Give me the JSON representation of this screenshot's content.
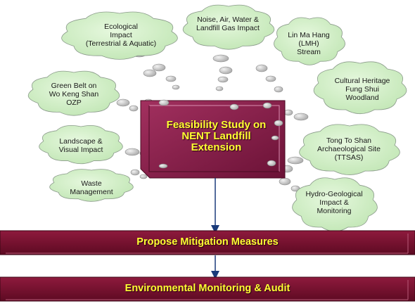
{
  "center_box": {
    "title": "Feasibility Study on NENT Landfill Extension",
    "lines": [
      "Feasibility Study on",
      "NENT Landfill",
      "Extension"
    ]
  },
  "clouds": [
    {
      "id": "ecological",
      "text": "Ecological Impact (Terrestrial & Aquatic)",
      "lines": [
        "Ecological",
        "Impact",
        "(Terrestrial & Aquatic)"
      ]
    },
    {
      "id": "noise",
      "text": "Noise, Air, Water & Landfill Gas Impact",
      "lines": [
        "Noise, Air, Water &",
        "Landfill Gas Impact"
      ]
    },
    {
      "id": "lmh",
      "text": "Lin Ma Hang (LMH) Stream",
      "lines": [
        "Lin Ma Hang",
        "(LMH)",
        "Stream"
      ]
    },
    {
      "id": "green-belt",
      "text": "Green Belt on Wo Keng Shan OZP",
      "lines": [
        "Green Belt on",
        "Wo Keng Shan",
        "OZP"
      ]
    },
    {
      "id": "cultural",
      "text": "Cultural Heritage Fung Shui Woodland",
      "lines": [
        "Cultural Heritage",
        "Fung Shui",
        "Woodland"
      ]
    },
    {
      "id": "landscape",
      "text": "Landscape & Visual Impact",
      "lines": [
        "Landscape &",
        "Visual Impact"
      ]
    },
    {
      "id": "ttsas",
      "text": "Tong To Shan Archaeological Site (TTSAS)",
      "lines": [
        "Tong To Shan",
        "Archaeological Site",
        "(TTSAS)"
      ]
    },
    {
      "id": "waste",
      "text": "Waste Management",
      "lines": [
        "Waste",
        "Management"
      ]
    },
    {
      "id": "hydro",
      "text": "Hydro-Geological Impact & Monitoring",
      "lines": [
        "Hydro-Geological",
        "Impact &",
        "Monitoring"
      ]
    }
  ],
  "bands": [
    {
      "id": "mitigation",
      "label": "Propose Mitigation Measures"
    },
    {
      "id": "monitoring",
      "label": "Environmental Monitoring & Audit"
    }
  ],
  "colors": {
    "cloud_fill": "#cfeec4",
    "cloud_stroke": "#8a9a8a",
    "box_fill": "#8e1f4f",
    "band_fill": "#7a1030",
    "band_text": "#ffff33",
    "arrow": "#1a3a7a",
    "bubble": "#c9c9c9"
  }
}
